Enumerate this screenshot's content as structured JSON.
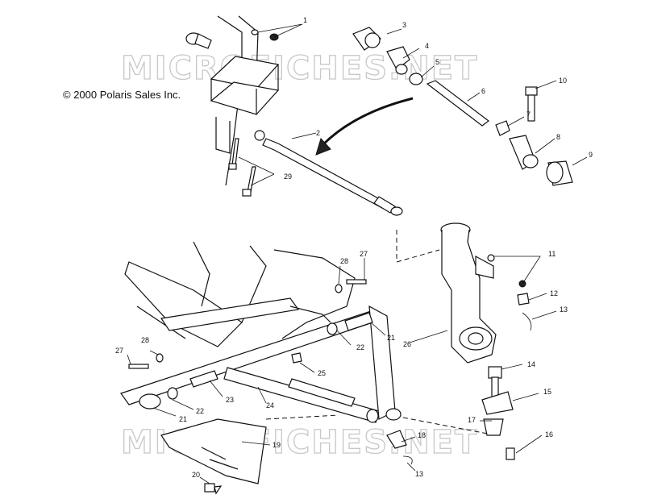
{
  "copyright": "© 2000 Polaris Sales Inc.",
  "watermark": [
    "MICROFICHES.NET",
    "MICROFICHES.NET"
  ],
  "callouts": [
    "1",
    "2",
    "3",
    "4",
    "5",
    "6",
    "7",
    "8",
    "9",
    "10",
    "29",
    "28",
    "27",
    "11",
    "12",
    "13",
    "26",
    "14",
    "15",
    "16",
    "17",
    "28",
    "27",
    "22",
    "21",
    "25",
    "22",
    "23",
    "24",
    "21",
    "19",
    "18",
    "13",
    "20"
  ]
}
